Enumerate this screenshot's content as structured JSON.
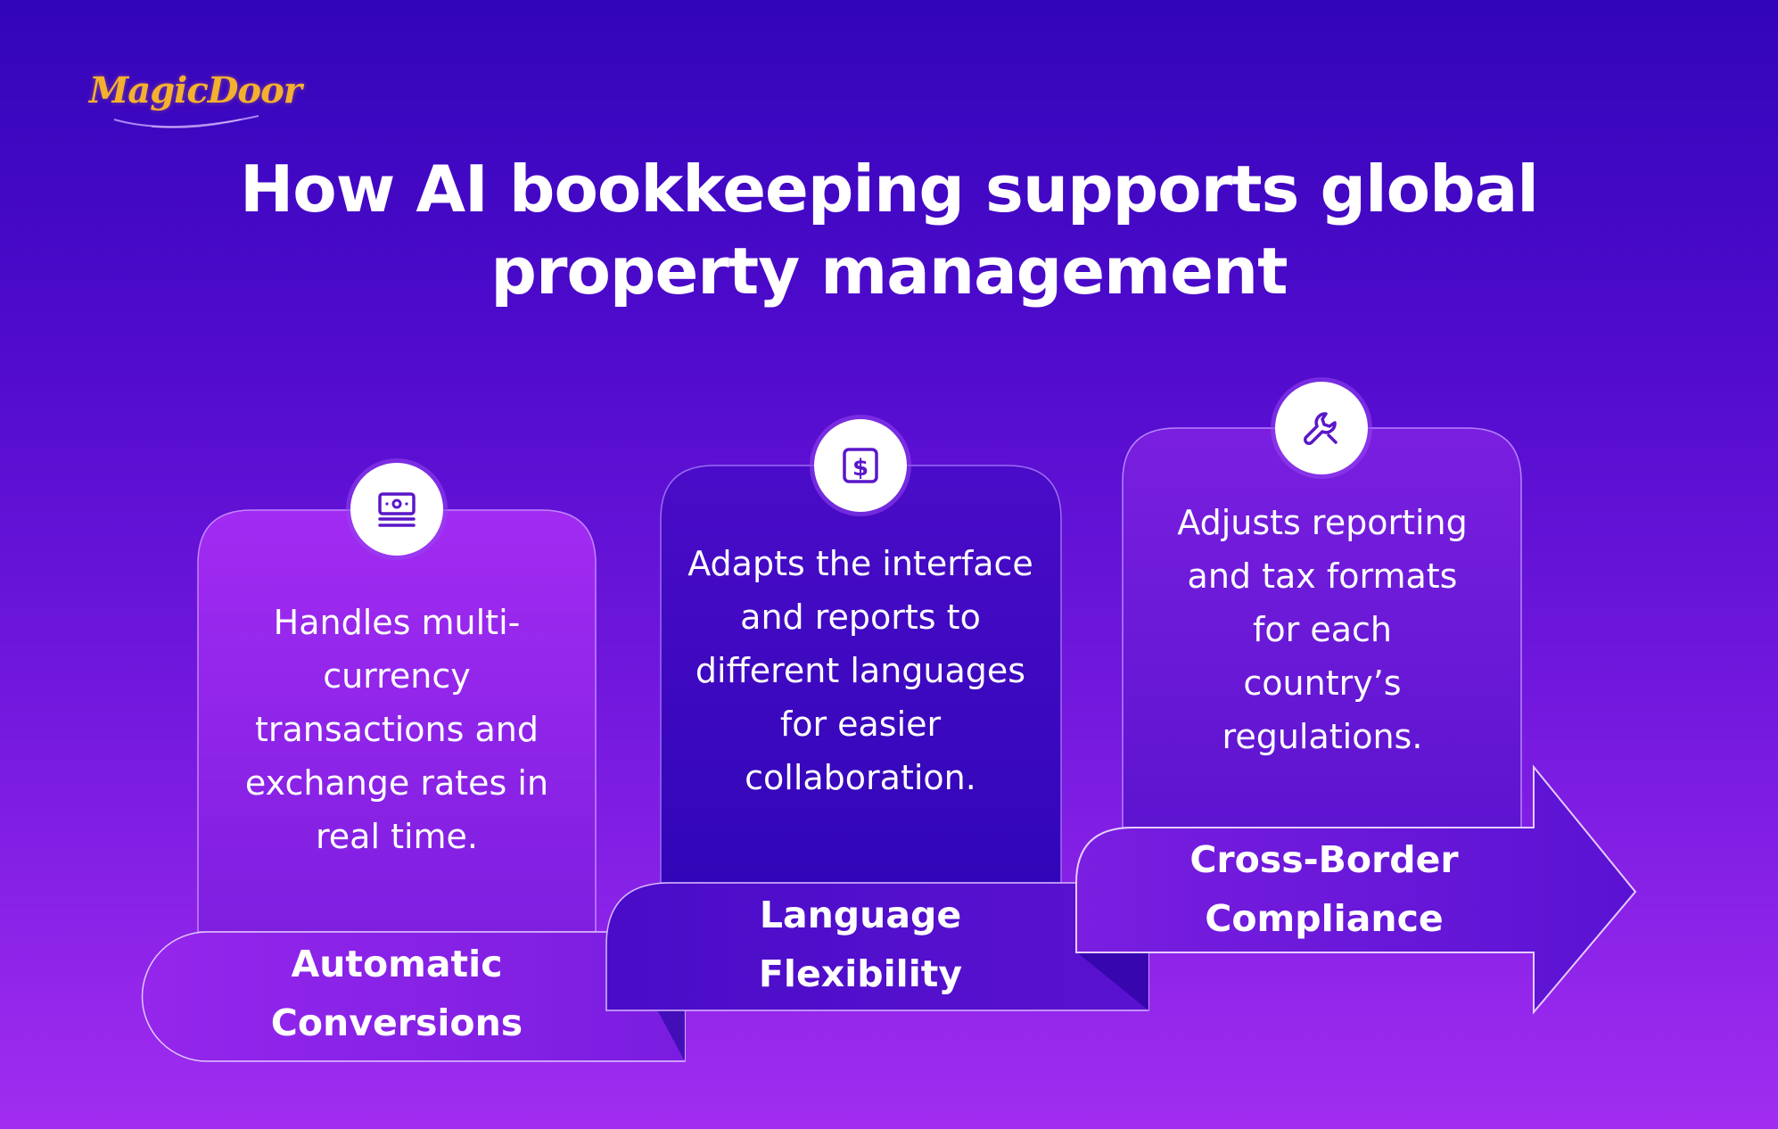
{
  "brand": {
    "logo_text": "MagicDoor"
  },
  "title": "How AI bookkeeping supports global property management",
  "steps": [
    {
      "icon": "money-bill-icon",
      "description": "Handles multi-currency transactions and exchange rates in real time.",
      "label": "Automatic Conversions"
    },
    {
      "icon": "dollar-square-icon",
      "description": "Adapts the interface and reports to different languages for easier collaboration.",
      "label": "Language Flexibility"
    },
    {
      "icon": "wrench-icon",
      "description": "Adjusts reporting and tax formats for each country’s regulations.",
      "label": "Cross-Border Compliance"
    }
  ],
  "colors": {
    "background_top": "#3205b9",
    "background_bottom": "#a12df0",
    "icon_stroke": "#5a17c9",
    "logo_gold": "#f5b02e"
  }
}
